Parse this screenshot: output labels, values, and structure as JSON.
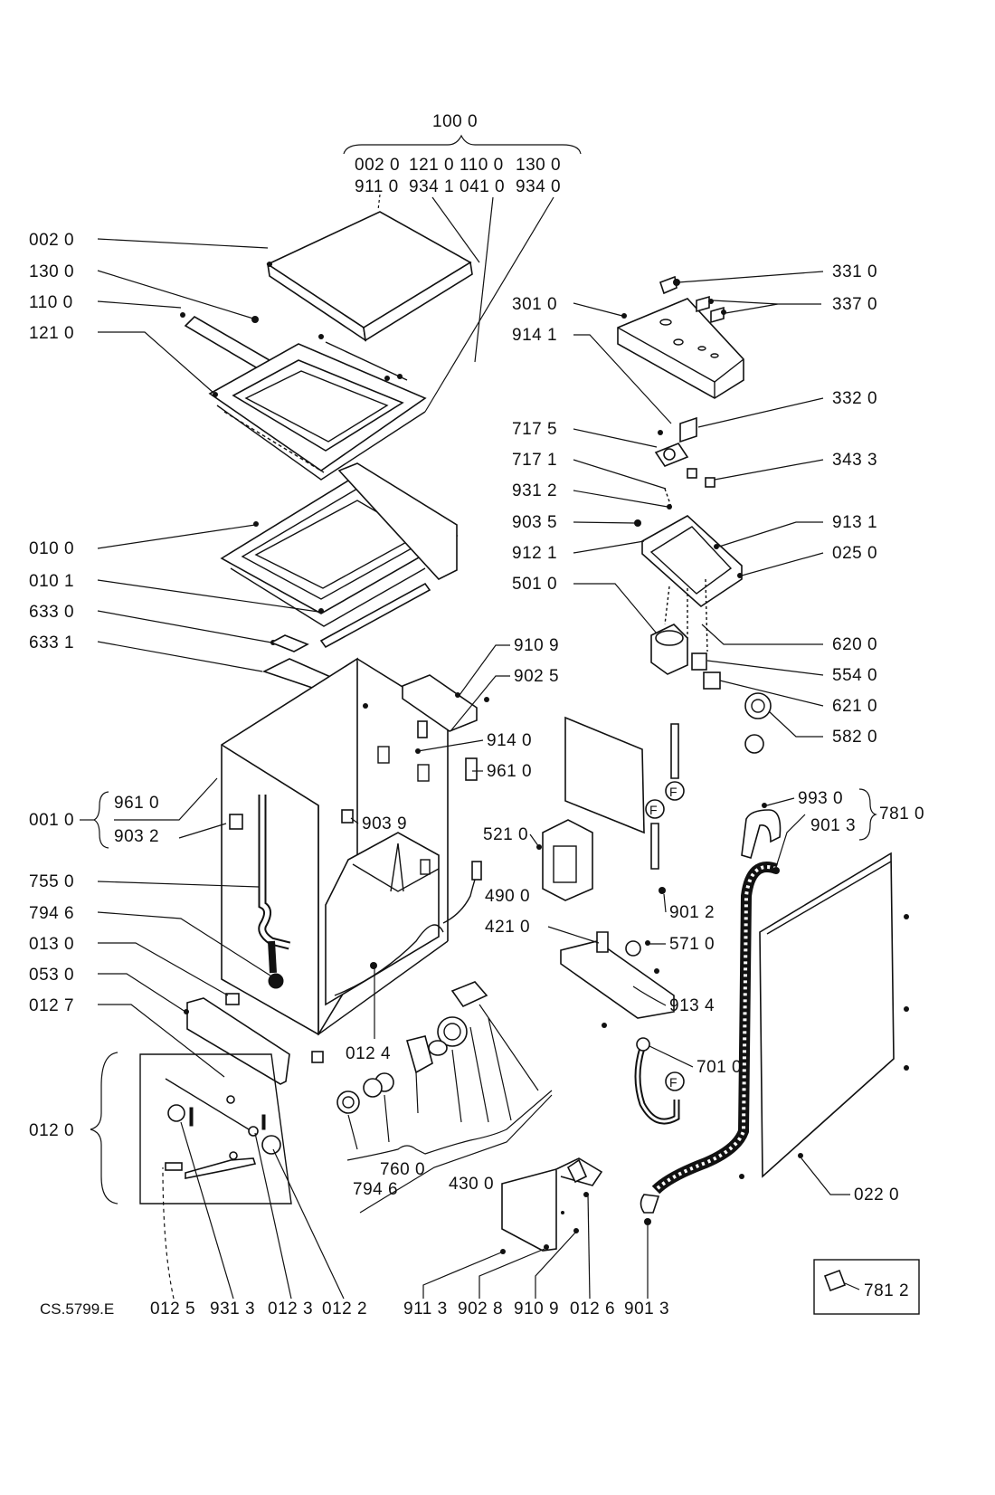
{
  "diagram": {
    "ref_code": "CS.5799.E",
    "group_top": {
      "title": "100 0",
      "row1": [
        "002 0",
        "121 0",
        "110 0",
        "130 0"
      ],
      "row2": [
        "911 0",
        "934 1",
        "041 0",
        "934 0"
      ]
    },
    "left_labels": [
      "002 0",
      "130 0",
      "110 0",
      "121 0",
      "010 0",
      "010 1",
      "633 0",
      "633 1",
      "755 0",
      "794 6",
      "013 0",
      "053 0",
      "012 7",
      "012 0"
    ],
    "group_001": {
      "label": "001 0",
      "items": [
        "961 0",
        "903 2"
      ]
    },
    "right_labels": [
      "331 0",
      "337 0",
      "301 0",
      "914 1",
      "332 0",
      "717 5",
      "343 3",
      "717 1",
      "931 2",
      "903 5",
      "913 1",
      "912 1",
      "025 0",
      "501 0",
      "620 0",
      "554 0",
      "621 0",
      "582 0"
    ],
    "mid_labels": [
      "910 9",
      "902 5",
      "914 0",
      "961 0",
      "903 9",
      "521 0",
      "490 0",
      "421 0",
      "571 0",
      "913 4",
      "701 0",
      "901 2",
      "012 4"
    ],
    "group_781": {
      "label": "781 0",
      "items": [
        "993 0",
        "901 3"
      ]
    },
    "bottom_labels": [
      "012 5",
      "931 3",
      "012 3",
      "012 2",
      "911 3",
      "902 8",
      "910 9",
      "012 6",
      "901 3",
      "760 0",
      "794 6",
      "430 0",
      "022 0"
    ],
    "inset": {
      "label": "781 2"
    },
    "filter_marker": "F"
  }
}
